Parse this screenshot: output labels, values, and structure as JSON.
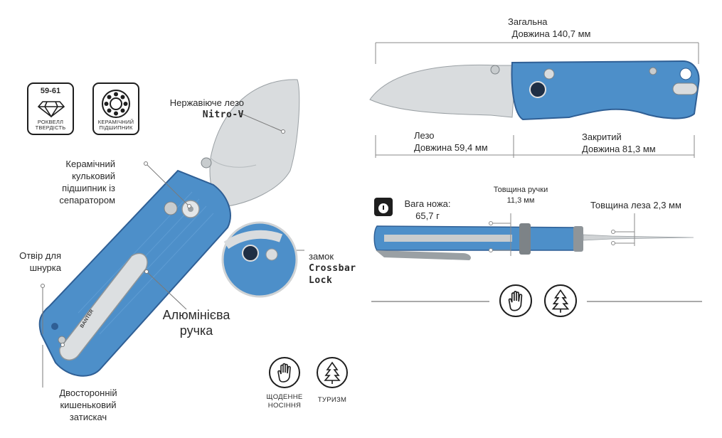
{
  "labels": {
    "blade": "Нержавіюче лезо",
    "blade_steel": "Nitro-V",
    "bearing": [
      "Керамічний",
      "кульковий",
      "підшипник із",
      "сепаратором"
    ],
    "lanyard": [
      "Отвір для",
      "шнурка"
    ],
    "lock_word": "замок",
    "lock_name": [
      "Crossbar",
      "Lock"
    ],
    "handle": [
      "Алюмінієва",
      "ручка"
    ],
    "clip": [
      "Двосторонній",
      "кишеньковий",
      "затискач"
    ],
    "clip_engraving": "BANTER"
  },
  "badges": {
    "hardness_value": "59-61",
    "hardness_caption": [
      "РОКВЕЛЛ",
      "ТВЕРДІСТЬ"
    ],
    "bearing_caption": [
      "КЕРАМІЧНИЙ",
      "ПІДШИПНИК"
    ]
  },
  "uses": {
    "edc": [
      "ЩОДЕННЕ",
      "НОСІННЯ"
    ],
    "tourism": "ТУРИЗМ"
  },
  "dimensions": {
    "overall_title": "Загальна",
    "overall_value": "Довжина 140,7 мм",
    "blade_title": "Лезо",
    "blade_value": "Довжина 59,4 мм",
    "closed_title": "Закритий",
    "closed_value": "Довжина 81,3 мм",
    "weight_title": "Вага ножа:",
    "weight_value": "65,7 г",
    "handle_thickness_title": "Товщина ручки",
    "handle_thickness_value": "11,3 мм",
    "blade_thickness": "Товщина леза 2,3 мм"
  },
  "colors": {
    "handle_blue": "#4d8fc9",
    "handle_dark": "#2f5f95",
    "steel": "#cfd3d6",
    "line": "#8a8a8a"
  },
  "icons": [
    "diamond-icon",
    "bearing-icon",
    "hand-icon",
    "tree-icon",
    "scale-icon"
  ]
}
